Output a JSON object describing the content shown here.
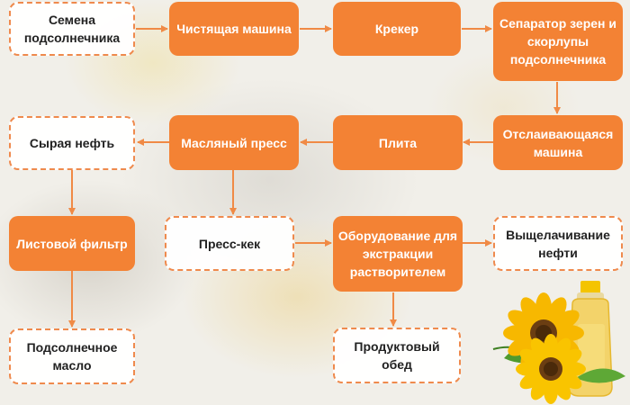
{
  "nodes": {
    "seeds": "Семена подсолнечника",
    "cleaner": "Чистящая машина",
    "cracker": "Крекер",
    "separator": "Сепаратор зерен и скорлупы подсолнечника",
    "dehuller": "Отслаивающаяся машина",
    "plate": "Плита",
    "press": "Масляный пресс",
    "crude_oil": "Сырая нефть",
    "leaf_filter": "Листовой фильтр",
    "sunflower_oil": "Подсолнечное масло",
    "press_cake": "Пресс-кек",
    "extraction": "Оборудование для экстракции растворителем",
    "leaching": "Выщелачивание нефти",
    "meal": "Продуктовый обед"
  },
  "colors": {
    "accent": "#f38234",
    "dashed_border": "#ef8a4d",
    "arrow": "#f08a45"
  }
}
